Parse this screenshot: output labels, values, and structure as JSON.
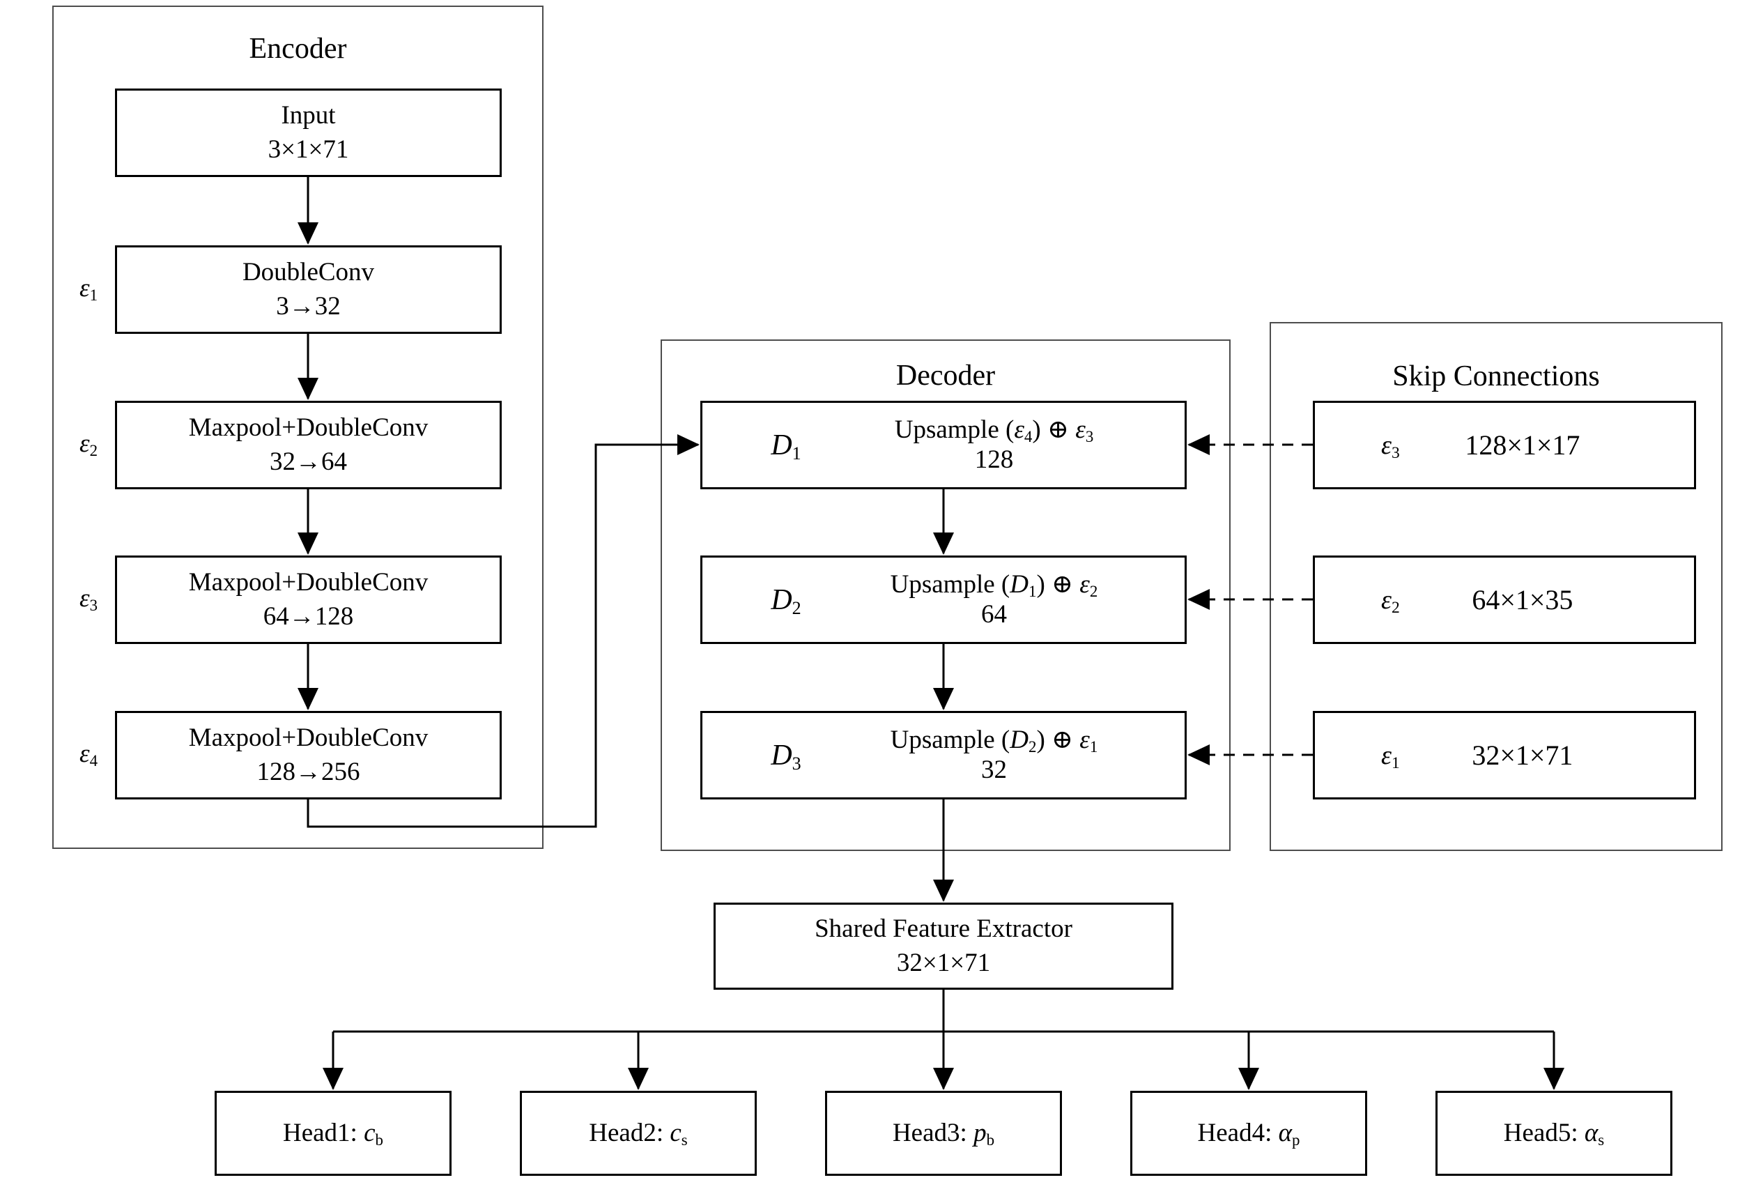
{
  "panels": {
    "encoder": {
      "title": "Encoder"
    },
    "decoder": {
      "title": "Decoder"
    },
    "skip": {
      "title": "Skip Connections"
    }
  },
  "encoder": {
    "input": {
      "line1": "Input",
      "line2": "3×1×71"
    },
    "blocks": [
      {
        "tag": {
          "base": "ε",
          "sub": "1"
        },
        "line1": "DoubleConv",
        "line2": "3→32"
      },
      {
        "tag": {
          "base": "ε",
          "sub": "2"
        },
        "line1": "Maxpool+DoubleConv",
        "line2": "32→64"
      },
      {
        "tag": {
          "base": "ε",
          "sub": "3"
        },
        "line1": "Maxpool+DoubleConv",
        "line2": "64→128"
      },
      {
        "tag": {
          "base": "ε",
          "sub": "4"
        },
        "line1": "Maxpool+DoubleConv",
        "line2": "128→256"
      }
    ]
  },
  "decoder": {
    "blocks": [
      {
        "tag": {
          "base": "D",
          "sub": "1"
        },
        "op": {
          "pre": "Upsample (",
          "a_base": "ε",
          "a_sub": "4",
          "mid": ") ⊕ ",
          "b_base": "ε",
          "b_sub": "3"
        },
        "channels": "128"
      },
      {
        "tag": {
          "base": "D",
          "sub": "2"
        },
        "op": {
          "pre": "Upsample (",
          "a_base": "D",
          "a_sub": "1",
          "mid": ") ⊕ ",
          "b_base": "ε",
          "b_sub": "2"
        },
        "channels": "64"
      },
      {
        "tag": {
          "base": "D",
          "sub": "3"
        },
        "op": {
          "pre": "Upsample (",
          "a_base": "D",
          "a_sub": "2",
          "mid": ") ⊕ ",
          "b_base": "ε",
          "b_sub": "1"
        },
        "channels": "32"
      }
    ]
  },
  "skip": {
    "blocks": [
      {
        "tag": {
          "base": "ε",
          "sub": "3"
        },
        "dims": "128×1×17"
      },
      {
        "tag": {
          "base": "ε",
          "sub": "2"
        },
        "dims": "64×1×35"
      },
      {
        "tag": {
          "base": "ε",
          "sub": "1"
        },
        "dims": "32×1×71"
      }
    ]
  },
  "sfe": {
    "line1": "Shared Feature Extractor",
    "line2": "32×1×71"
  },
  "heads": [
    {
      "pre": "Head1: ",
      "base": "c",
      "sub": "b"
    },
    {
      "pre": "Head2: ",
      "base": "c",
      "sub": "s"
    },
    {
      "pre": "Head3: ",
      "base": "p",
      "sub": "b"
    },
    {
      "pre": "Head4: ",
      "base": "α",
      "sub": "p"
    },
    {
      "pre": "Head5: ",
      "base": "α",
      "sub": "s"
    }
  ],
  "colors": {
    "line": "#000000",
    "panel_border": "#4d4d4d",
    "box_border": "#000000",
    "background": "#ffffff"
  }
}
